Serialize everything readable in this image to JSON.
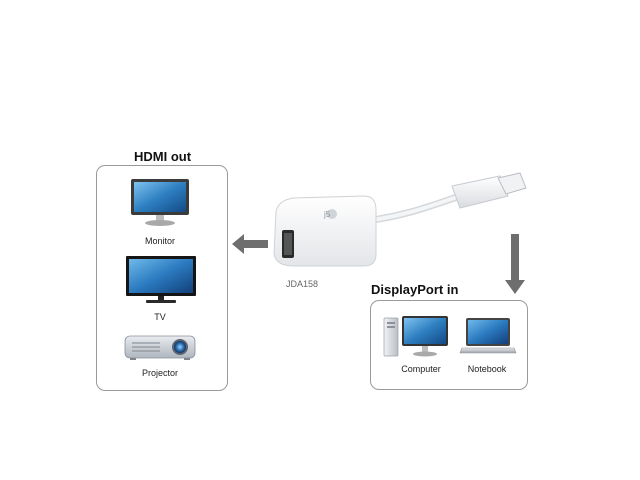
{
  "hdmi_out": {
    "title": "HDMI out",
    "devices": [
      {
        "label": "Monitor",
        "icon": "monitor-icon"
      },
      {
        "label": "TV",
        "icon": "tv-icon"
      },
      {
        "label": "Projector",
        "icon": "projector-icon"
      }
    ]
  },
  "adapter": {
    "model": "JDA158",
    "brand_mark": "j5"
  },
  "displayport_in": {
    "title": "DisplayPort in",
    "devices": [
      {
        "label": "Computer",
        "icon": "desktop-computer-icon"
      },
      {
        "label": "Notebook",
        "icon": "laptop-icon"
      }
    ]
  },
  "colors": {
    "arrow": "#6e6e6e",
    "panel_border": "#9a9a9a",
    "screen_blue": "#3a86c8"
  }
}
